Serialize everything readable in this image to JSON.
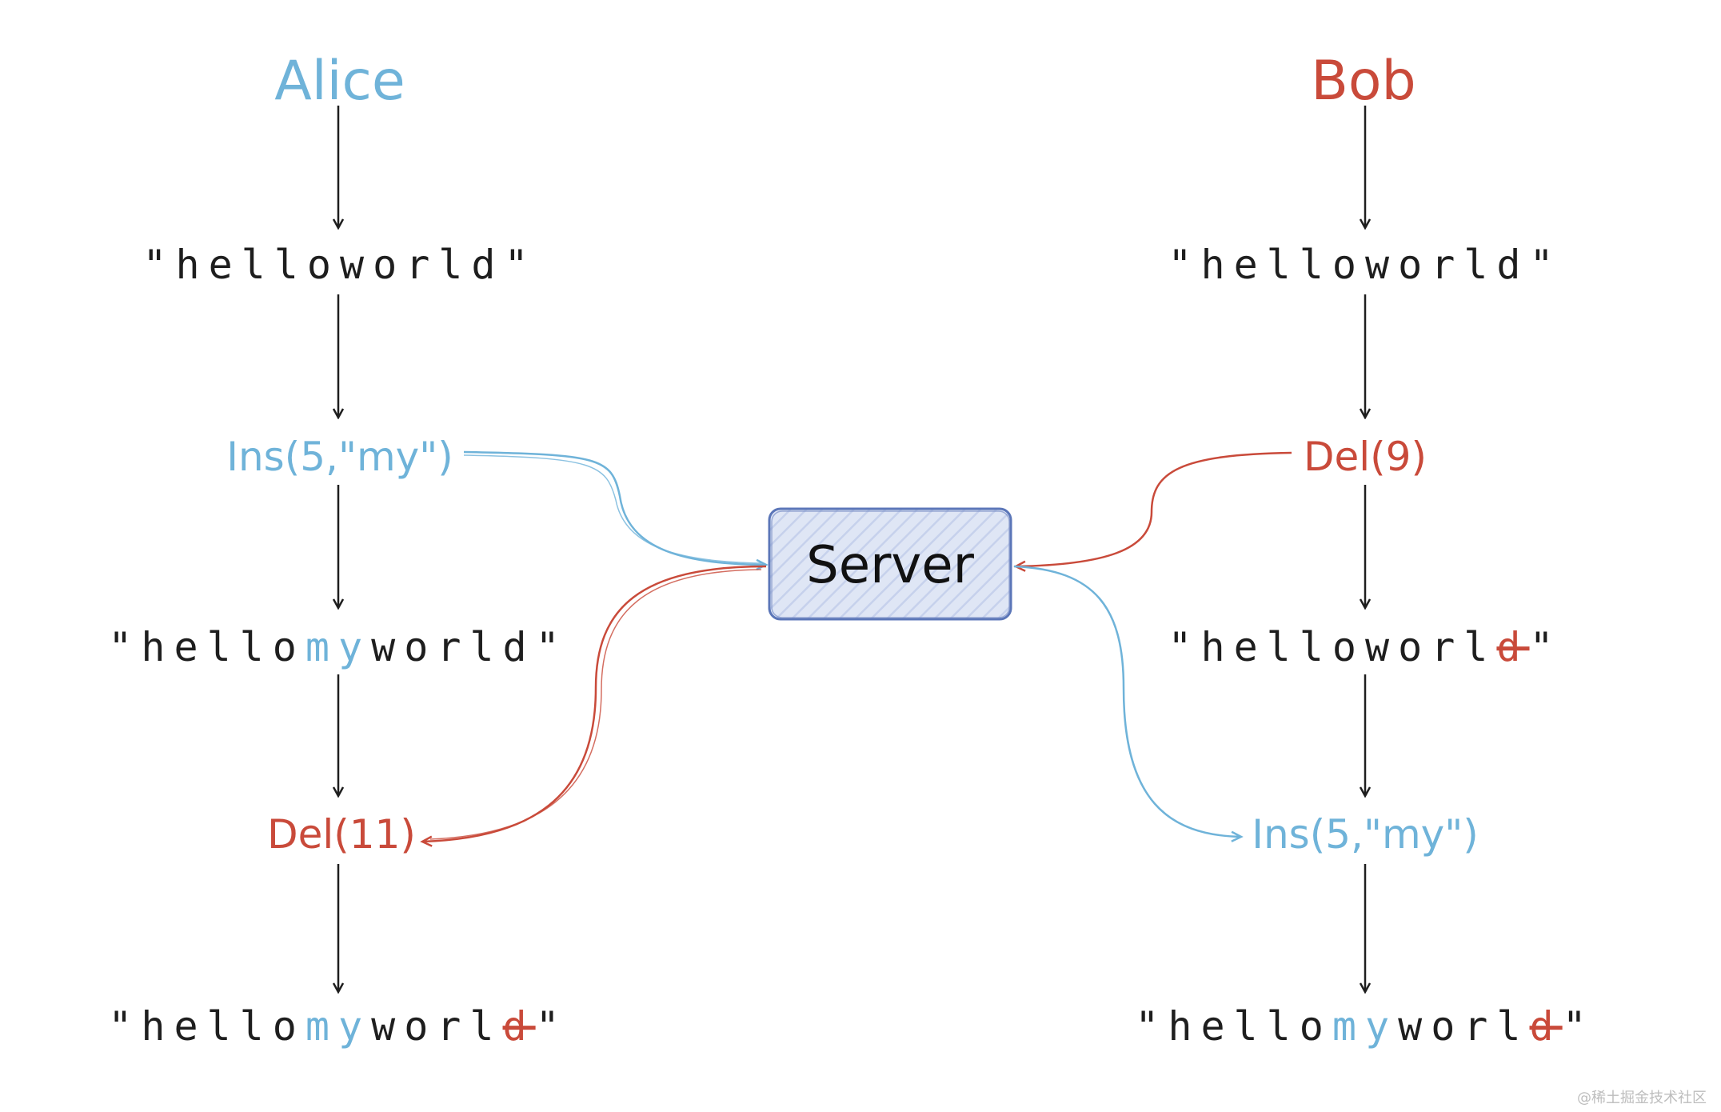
{
  "colors": {
    "alice": "#6fb3d9",
    "bob": "#c94a3a",
    "text": "#1e1e1e",
    "server_fill": "#dfe6f5",
    "server_stroke": "#5b76b8"
  },
  "alice": {
    "name": "Alice",
    "initial": "\"helloworld\"",
    "op1": "Ins(5,\"my\")",
    "after_op1": {
      "pre": "\"hello",
      "ins": "my",
      "post": "world\""
    },
    "op2": "Del(11)",
    "final": {
      "pre": "\"hello",
      "ins": "my",
      "mid": "worl",
      "del": "d",
      "post": "\""
    }
  },
  "bob": {
    "name": "Bob",
    "initial": "\"helloworld\"",
    "op1": "Del(9)",
    "after_op1": {
      "pre": "\"helloworl",
      "del": "d",
      "post": "\""
    },
    "op2": "Ins(5,\"my\")",
    "final": {
      "pre": "\"hello",
      "ins": "my",
      "mid": "worl",
      "del": "d",
      "post": "\""
    }
  },
  "server": {
    "label": "Server"
  },
  "watermark": "@稀土掘金技术社区"
}
